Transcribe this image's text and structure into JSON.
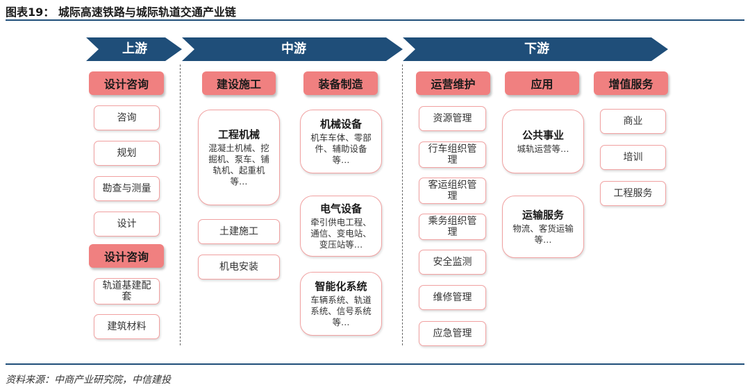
{
  "title": "图表19： 城际高速铁路与城际轨道交通产业链",
  "source": "资料来源：中商产业研究院，中信建投",
  "colors": {
    "stage": "#1f4e79",
    "category": "#f08080",
    "border": "#f1a1a1"
  },
  "stages": [
    {
      "label": "上游"
    },
    {
      "label": "中游"
    },
    {
      "label": "下游"
    }
  ],
  "upstream": {
    "cat1": "设计咨询",
    "items1": [
      "咨询",
      "规划",
      "勘查与测量",
      "设计"
    ],
    "cat2": "设计咨询",
    "items2": [
      "轨道基建配套",
      "建筑材料"
    ]
  },
  "midstream": {
    "construction": {
      "label": "建设施工",
      "box": {
        "title": "工程机械",
        "desc": "混凝土机械、挖掘机、泵车、铺轨机、起重机等…"
      },
      "items": [
        "土建施工",
        "机电安装"
      ]
    },
    "equipment": {
      "label": "装备制造",
      "boxes": [
        {
          "title": "机械设备",
          "desc": "机车车体、零部件、辅助设备等…"
        },
        {
          "title": "电气设备",
          "desc": "牵引供电工程、通信、变电站、变压站等…"
        },
        {
          "title": "智能化系统",
          "desc": "车辆系统、轨道系统、信号系统等…"
        }
      ]
    }
  },
  "downstream": {
    "operation": {
      "label": "运营维护",
      "items": [
        "资源管理",
        "行车组织管理",
        "客运组织管理",
        "乘务组织管理",
        "安全监测",
        "维修管理",
        "应急管理"
      ]
    },
    "application": {
      "label": "应用",
      "boxes": [
        {
          "title": "公共事业",
          "desc": "城轨运营等…"
        },
        {
          "title": "运输服务",
          "desc": "物流、客货运输等…"
        }
      ]
    },
    "value_added": {
      "label": "增值服务",
      "items": [
        "商业",
        "培训",
        "工程服务"
      ]
    }
  }
}
